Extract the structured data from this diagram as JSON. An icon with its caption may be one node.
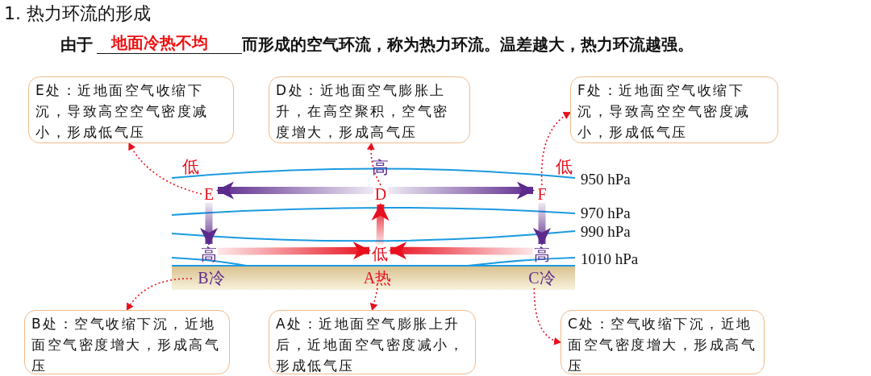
{
  "diagram": {
    "nodes": [
      {
        "text": [
          "E处：近地面空气收缩下沉，导致高空空气密度减小，形成低气压"
        ]
      },
      {
        "text": [
          "D处：近地面空气膨胀上升，在高空聚积，空气密度增大，形成高气压"
        ]
      },
      {
        "text": [
          "F处：近地面空气收缩下沉，导致高空空气密度减小，形成低气压"
        ]
      },
      {
        "text": [
          "E"
        ]
      },
      {
        "text": [
          "D"
        ]
      },
      {
        "text": [
          "F"
        ]
      },
      {
        "text": [
          "高"
        ]
      },
      {
        "text": [
          "低"
        ]
      },
      {
        "text": [
          "高"
        ]
      },
      {
        "text": [
          "B冷"
        ]
      },
      {
        "text": [
          "A热"
        ]
      },
      {
        "text": [
          "C冷"
        ]
      },
      {
        "text": [
          "B处：空气收缩下沉，近地面空气密度增大，形成高气压"
        ]
      },
      {
        "text": [
          "A处：近地面空气膨胀上升后，近地面空气密度减小，形成低气压"
        ]
      },
      {
        "text": [
          "C处：空气收缩下沉，近地面空气密度增大，形成高气压"
        ]
      }
    ],
    "edges": [
      {
        "from": 4,
        "to": 3,
        "arrow": "to",
        "style": "thick",
        "color": "#5b2a8c"
      },
      {
        "from": 4,
        "to": 5,
        "arrow": "to",
        "style": "thick",
        "color": "#5b2a8c"
      },
      {
        "from": 3,
        "to": 6,
        "arrow": "to",
        "style": "thick",
        "color": "#5b2a8c"
      },
      {
        "from": 5,
        "to": 8,
        "arrow": "to",
        "style": "thick",
        "color": "#5b2a8c"
      },
      {
        "from": 6,
        "to": 7,
        "arrow": "to",
        "style": "thick"
      },
      {
        "from": 8,
        "to": 7,
        "arrow": "to",
        "style": "thick"
      },
      {
        "from": 7,
        "to": 4,
        "arrow": "to",
        "style": "thick"
      },
      {
        "from": 3,
        "to": 0,
        "arrow": "to",
        "style": "dashed"
      },
      {
        "from": 4,
        "to": 1,
        "arrow": "to",
        "style": "dashed"
      },
      {
        "from": 5,
        "to": 2,
        "arrow": "to",
        "style": "dashed"
      },
      {
        "from": 9,
        "to": 12,
        "arrow": "to",
        "style": "dashed"
      },
      {
        "from": 10,
        "to": 13,
        "arrow": "to",
        "style": "dashed"
      },
      {
        "from": 11,
        "to": 14,
        "arrow": "to",
        "style": "dashed"
      }
    ],
    "labels": [
      "1. 热力环流的形成",
      "由于",
      "地面冷热不均",
      "而形成的空气环流，称为热力环流。温差越大，热力环流越强。",
      "低",
      "高",
      "低",
      "950 hPa",
      "970 hPa",
      "990 hPa",
      "1010 hPa"
    ]
  }
}
